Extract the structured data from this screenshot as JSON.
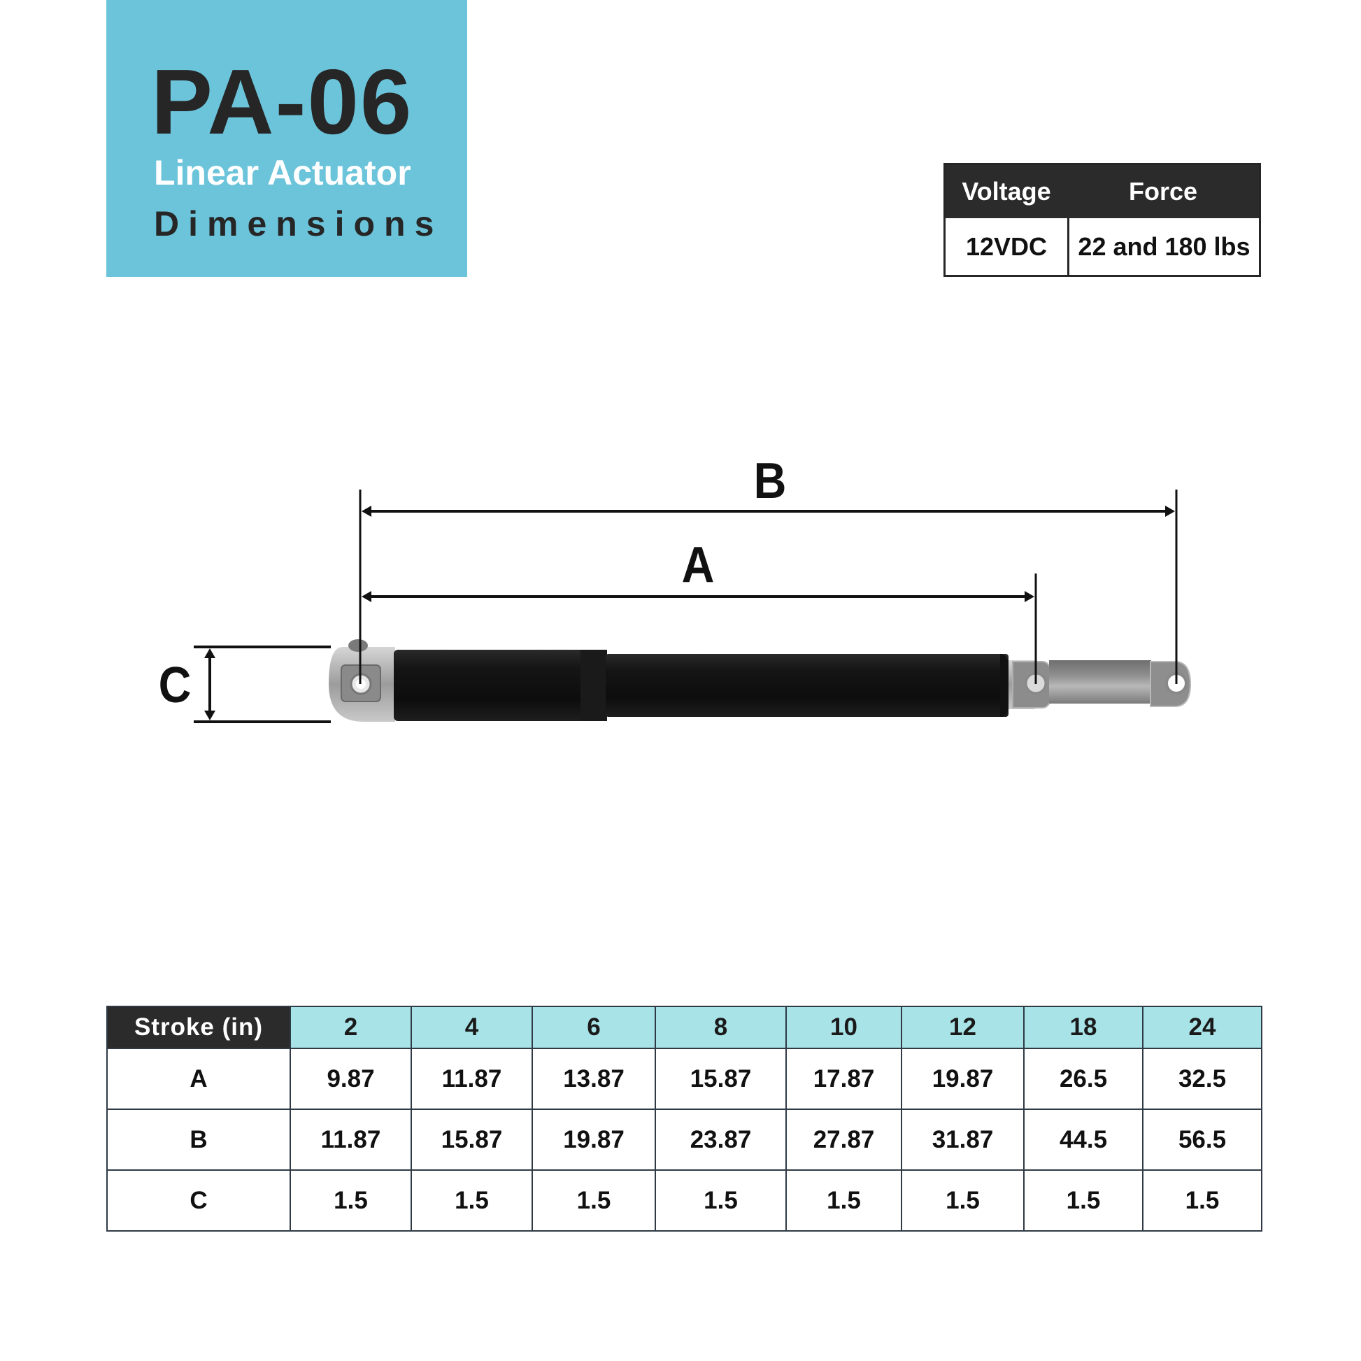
{
  "colors": {
    "accent": "#6cc4db",
    "table_header_cyan": "#a8e3e8",
    "dark": "#2b2b2b",
    "actuator_body": "#141414",
    "actuator_metal": "#9a9a9a"
  },
  "title": {
    "model": "PA-06",
    "subtitle": "Linear Actuator",
    "section": "Dimensions"
  },
  "spec_table": {
    "headers": [
      "Voltage",
      "Force"
    ],
    "values": [
      "12VDC",
      "22 and 180 lbs"
    ]
  },
  "diagram": {
    "labels": {
      "A": "A",
      "B": "B",
      "C": "C"
    }
  },
  "stroke_table": {
    "corner_header": "Stroke (in)",
    "strokes": [
      "2",
      "4",
      "6",
      "8",
      "10",
      "12",
      "18",
      "24"
    ],
    "rows": [
      {
        "label": "A",
        "values": [
          "9.87",
          "11.87",
          "13.87",
          "15.87",
          "17.87",
          "19.87",
          "26.5",
          "32.5"
        ]
      },
      {
        "label": "B",
        "values": [
          "11.87",
          "15.87",
          "19.87",
          "23.87",
          "27.87",
          "31.87",
          "44.5",
          "56.5"
        ]
      },
      {
        "label": "C",
        "values": [
          "1.5",
          "1.5",
          "1.5",
          "1.5",
          "1.5",
          "1.5",
          "1.5",
          "1.5"
        ]
      }
    ]
  }
}
